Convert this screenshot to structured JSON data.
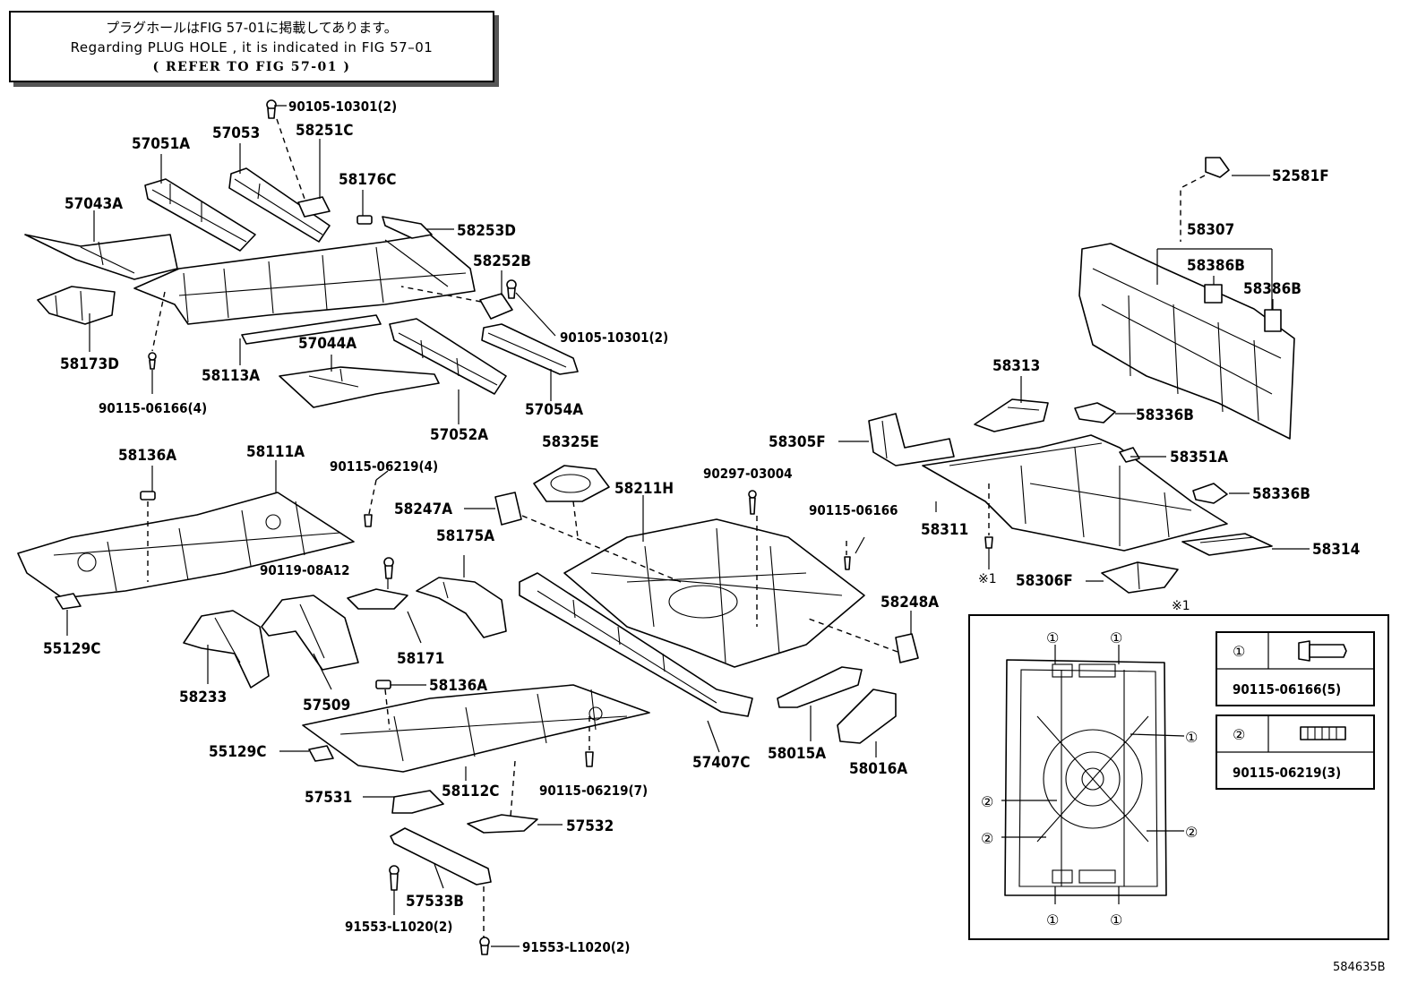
{
  "note": {
    "japanese": "プラグホールはFIG 57-01に掲載してあります。",
    "english": "Regarding  PLUG  HOLE  ,  it  is  indicated  in  FIG  57–01",
    "reference": "( REFER TO FIG 57-01 )"
  },
  "labels": {
    "p90105_10301_top": "90105-10301(2)",
    "p57051A": "57051A",
    "p57053": "57053",
    "p58251C": "58251C",
    "p58176C": "58176C",
    "p57043A": "57043A",
    "p58253D": "58253D",
    "p58252B": "58252B",
    "p90105_10301_mid": "90105-10301(2)",
    "p58173D": "58173D",
    "p58113A": "58113A",
    "p57044A": "57044A",
    "p90115_06166_4": "90115-06166(4)",
    "p57052A": "57052A",
    "p57054A": "57054A",
    "p52581F": "52581F",
    "p58307": "58307",
    "p58386B_1": "58386B",
    "p58386B_2": "58386B",
    "p58313": "58313",
    "p58336B_1": "58336B",
    "p58336B_2": "58336B",
    "p58305F": "58305F",
    "p58351A": "58351A",
    "p58311": "58311",
    "p58314": "58314",
    "p58306F": "58306F",
    "p58136A_1": "58136A",
    "p58111A": "58111A",
    "p90115_06219_4": "90115-06219(4)",
    "p58325E": "58325E",
    "p90297_03004": "90297-03004",
    "p58211H": "58211H",
    "p58247A": "58247A",
    "p90115_06166": "90115-06166",
    "p58175A": "58175A",
    "p90119_08A12": "90119-08A12",
    "p55129C_1": "55129C",
    "p58171": "58171",
    "p58248A": "58248A",
    "p58233": "58233",
    "p57509": "57509",
    "p58136A_2": "58136A",
    "p55129C_2": "55129C",
    "p58112C": "58112C",
    "p57407C": "57407C",
    "p58015A": "58015A",
    "p58016A": "58016A",
    "p90115_06219_7": "90115-06219(7)",
    "p57531": "57531",
    "p57532": "57532",
    "p57533B": "57533B",
    "p91553_L1020_a": "91553-L1020(2)",
    "p91553_L1020_b": "91553-L1020(2)"
  },
  "inset": {
    "marker": "※1",
    "marker_small": "※1",
    "circle1": "①",
    "circle2": "②",
    "legend1_part": "90115-06166(5)",
    "legend2_part": "90115-06219(3)"
  },
  "figure_ref": "584635B"
}
